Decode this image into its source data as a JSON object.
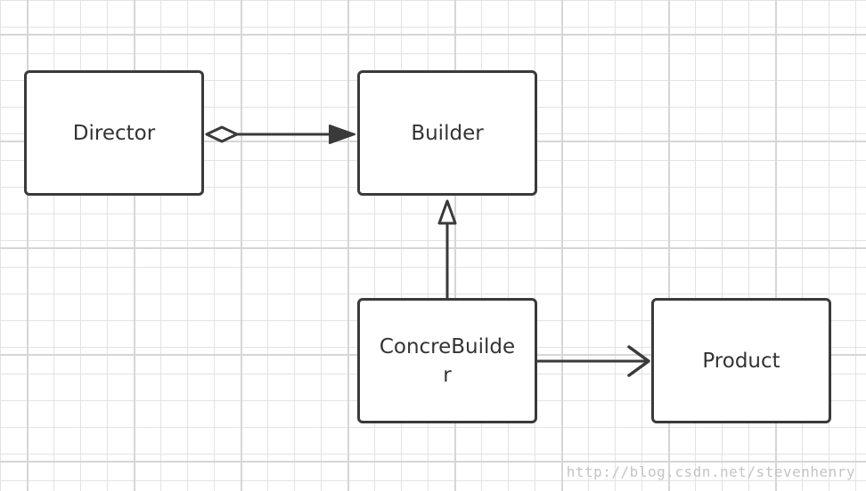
{
  "diagram": {
    "nodes": {
      "director": "Director",
      "builder": "Builder",
      "concrete_builder": "ConcreBuilder",
      "product": "Product"
    },
    "edges": [
      {
        "from": "director",
        "to": "builder",
        "type": "aggregation"
      },
      {
        "from": "concrete_builder",
        "to": "builder",
        "type": "generalization"
      },
      {
        "from": "concrete_builder",
        "to": "product",
        "type": "association"
      }
    ],
    "watermark": "http://blog.csdn.net/stevenhenry"
  }
}
